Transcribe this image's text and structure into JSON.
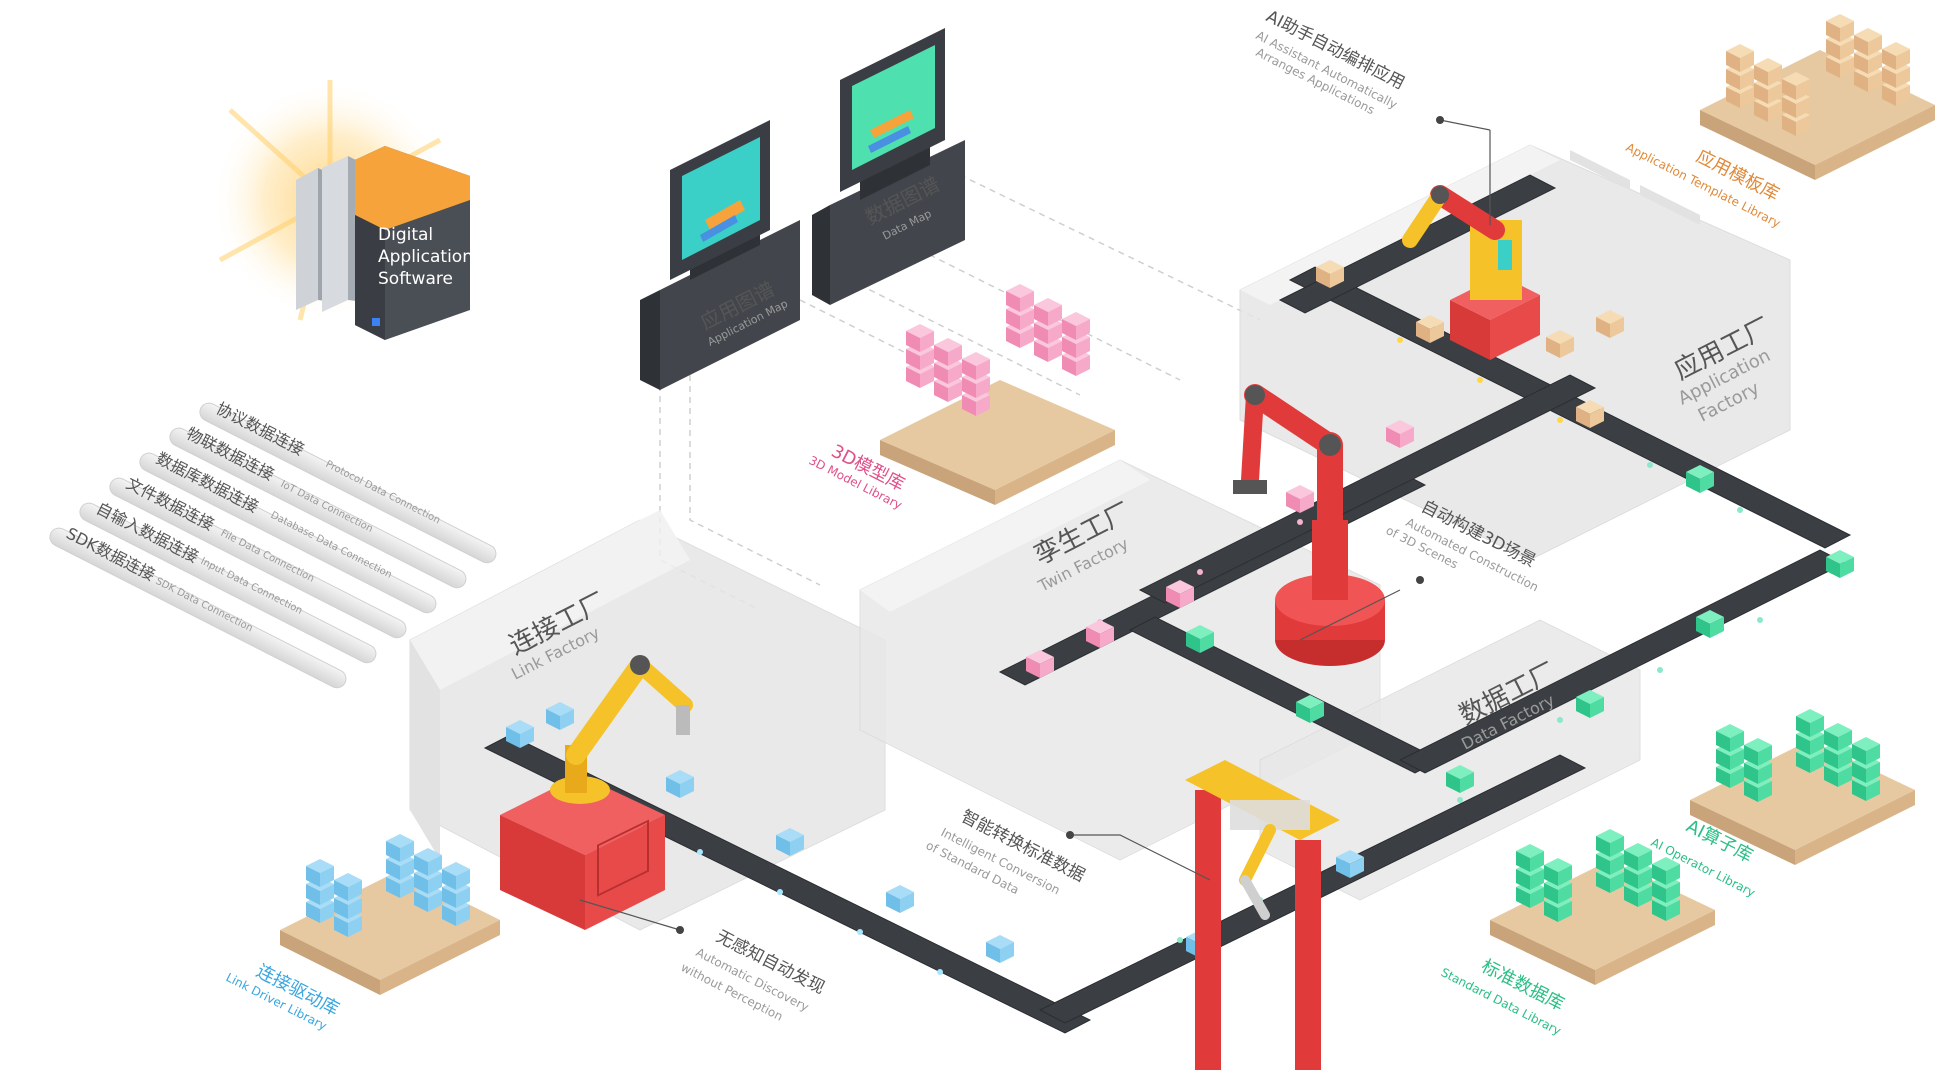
{
  "software_box": {
    "line1": "Digital",
    "line2": "Application",
    "line3": "Software"
  },
  "screens": {
    "app_map": {
      "cn": "应用图谱",
      "en": "Application Map"
    },
    "data_map": {
      "cn": "数据图谱",
      "en": "Data Map"
    }
  },
  "factories": {
    "link": {
      "cn": "连接工厂",
      "en": "Link Factory"
    },
    "twin": {
      "cn": "孪生工厂",
      "en": "Twin Factory"
    },
    "application": {
      "cn": "应用工厂",
      "en1": "Application",
      "en2": "Factory"
    },
    "data": {
      "cn": "数据工厂",
      "en": "Data Factory"
    }
  },
  "connections": [
    {
      "cn": "协议数据连接",
      "en": "Protocol Data Connection"
    },
    {
      "cn": "物联数据连接",
      "en": "IoT Data Connection"
    },
    {
      "cn": "数据库数据连接",
      "en": "Database Data Connection"
    },
    {
      "cn": "文件数据连接",
      "en": "File Data Connection"
    },
    {
      "cn": "自输入数据连接",
      "en": "Input Data Connection"
    },
    {
      "cn": "SDK数据连接",
      "en": "SDK Data Connection"
    }
  ],
  "libraries": {
    "model3d": {
      "cn": "3D模型库",
      "en": "3D Model Library",
      "color": "#e0508a"
    },
    "template": {
      "cn": "应用模板库",
      "en": "Application Template Library",
      "color": "#e08a3a"
    },
    "link_driver": {
      "cn": "连接驱动库",
      "en": "Link Driver Library",
      "color": "#3aa6e0"
    },
    "operator": {
      "cn": "AI算子库",
      "en": "AI Operator Library",
      "color": "#2bbf86"
    },
    "standard": {
      "cn": "标准数据库",
      "en": "Standard Data Library",
      "color": "#2bbf86"
    }
  },
  "callouts": {
    "ai_assistant": {
      "cn": "AI助手自动编排应用",
      "en1": "AI Assistant Automatically",
      "en2": "Arranges Applications"
    },
    "auto_3d": {
      "cn": "自动构建3D场景",
      "en1": "Automated Construction",
      "en2": "of 3D Scenes"
    },
    "intelligent": {
      "cn": "智能转换标准数据",
      "en1": "Intelligent Conversion",
      "en2": "of Standard Data"
    },
    "discovery": {
      "cn": "无感知自动发现",
      "en1": "Automatic Discovery",
      "en2": "without Perception"
    }
  },
  "colors": {
    "belt": "#3b3f44",
    "robot_red": "#e63c3c",
    "robot_yellow": "#f5c22a",
    "house": "#e8e8e8",
    "screen": "#3ad0c8"
  }
}
